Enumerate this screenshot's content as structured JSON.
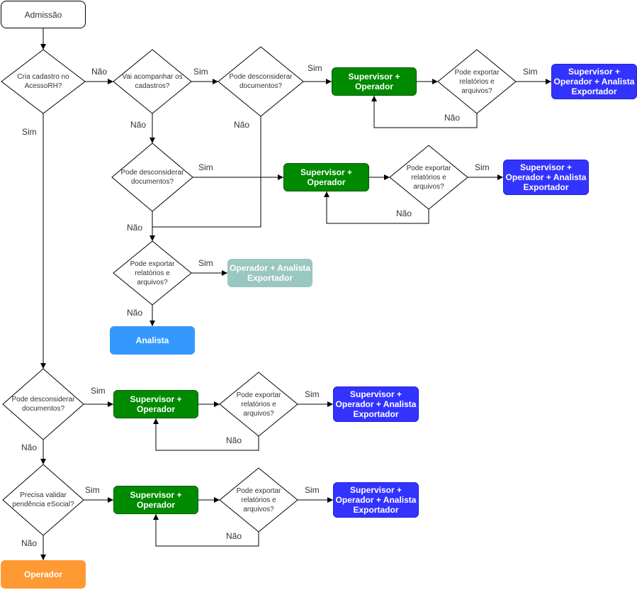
{
  "start": {
    "label": "Admissão"
  },
  "decisions": {
    "d1": "Cria cadastro no AcessoRH?",
    "d2": "Vai acompanhar os cadastros?",
    "d3": "Pode desconsiderar documentos?",
    "d4": "Pode exportar relatórios e arquivos?",
    "d5": "Pode desconsiderar documentos?",
    "d6": "Pode exportar relatórios e arquivos?",
    "d7": "Pode exportar relatórios e arquivos?",
    "d8": "Pode desconsiderar documentos?",
    "d9": "Pode exportar relatórios e arquivos?",
    "d10": "Precisa validar pendência eSocial?",
    "d11": "Pode exportar relatórios e arquivos?"
  },
  "roles": {
    "r1": "Supervisor + Operador",
    "r2": "Supervisor + Operador + Analista Exportador",
    "r3": "Supervisor + Operador",
    "r4": "Supervisor + Operador + Analista Exportador",
    "r5": "Operador + Analista Exportador",
    "r6": "Analista",
    "r7": "Supervisor + Operador",
    "r8": "Supervisor + Operador + Analista Exportador",
    "r9": "Supervisor + Operador",
    "r10": "Supervisor + Operador + Analista Exportador",
    "r11": "Operador"
  },
  "edge_labels": {
    "nao_d1": "Não",
    "sim_d1": "Sim",
    "sim_d2": "Sim",
    "nao_d2": "Não",
    "sim_d3": "Sim",
    "nao_d3": "Não",
    "sim_d4": "Sim",
    "nao_d4": "Não",
    "sim_d5": "Sim",
    "nao_d5": "Não",
    "sim_d6": "Sim",
    "nao_d6": "Não",
    "sim_d7": "Sim",
    "nao_d7": "Não",
    "sim_d8": "Sim",
    "nao_d8": "Não",
    "sim_d9": "Sim",
    "nao_d9": "Não",
    "sim_d10": "Sim",
    "nao_d10": "Não",
    "sim_d11": "Sim",
    "nao_d11": "Não"
  },
  "colors": {
    "supervisor_operador": "#008a00",
    "supervisor_operador_analista": "#3333ff",
    "operador_analista": "#9ac7bf",
    "analista": "#3399ff",
    "operador": "#ff9933"
  }
}
